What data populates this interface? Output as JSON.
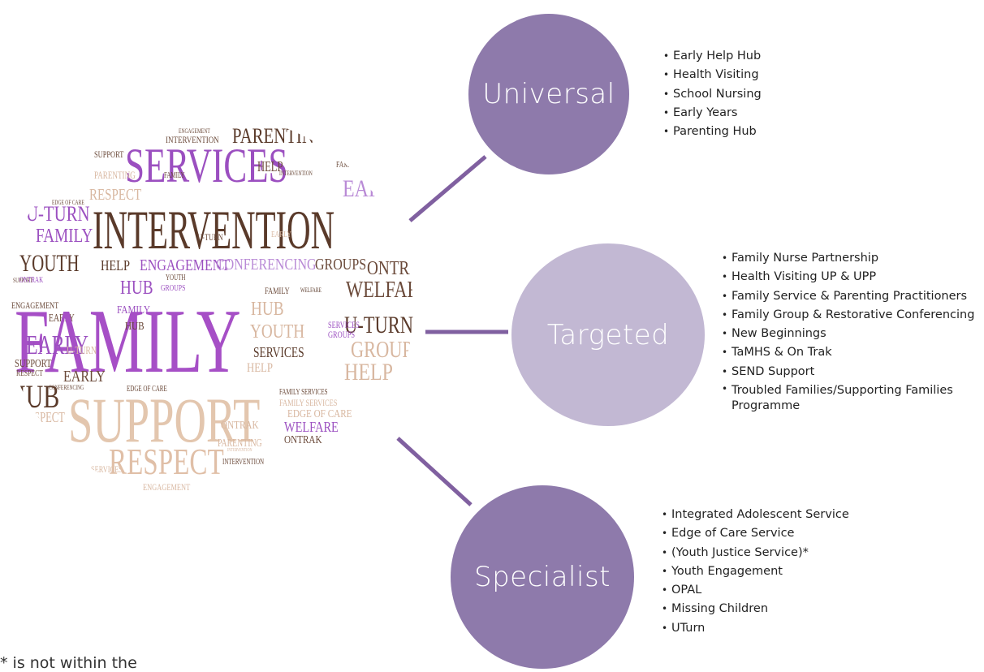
{
  "cloud": {
    "words": [
      {
        "text": "PARENTING",
        "c": "#5a3a2a"
      },
      {
        "text": "INTERVENTION",
        "c": "#6b4a3a"
      },
      {
        "text": "ENGAGEMENT",
        "c": "#6b4a3a"
      },
      {
        "text": "SERVICES",
        "c": "#9b4fc0"
      },
      {
        "text": "SUPPORT",
        "c": "#6b4a3a"
      },
      {
        "text": "PARENTING",
        "c": "#d8b7a0"
      },
      {
        "text": "FAMILY",
        "c": "#6b4a3a"
      },
      {
        "text": "HELP",
        "c": "#6b4a3a"
      },
      {
        "text": "INTERVENTION",
        "c": "#6b4a3a"
      },
      {
        "text": "EDGE OF CARE",
        "c": "#6b4a3a"
      },
      {
        "text": "FAMILY SERVICES",
        "c": "#6b4a3a"
      },
      {
        "text": "EARLY",
        "c": "#b98ad6"
      },
      {
        "text": "RESPECT",
        "c": "#d8b7a0"
      },
      {
        "text": "EDGE OF CARE",
        "c": "#6b4a3a"
      },
      {
        "text": "U-TURN",
        "c": "#9b4fc0"
      },
      {
        "text": "INTERVENTION",
        "c": "#5a3a2a"
      },
      {
        "text": "FAMILY",
        "c": "#9b4fc0"
      },
      {
        "text": "U-TURN",
        "c": "#6b4a3a"
      },
      {
        "text": "EARLY",
        "c": "#d8b7a0"
      },
      {
        "text": "YOUTH",
        "c": "#5a3a2a"
      },
      {
        "text": "HELP",
        "c": "#5a3a2a"
      },
      {
        "text": "ENGAGEMENT",
        "c": "#9b4fc0"
      },
      {
        "text": "CONFERENCING",
        "c": "#b98ad6"
      },
      {
        "text": "GROUPS",
        "c": "#6b4a3a"
      },
      {
        "text": "ONTRAK",
        "c": "#6b4a3a"
      },
      {
        "text": "SUPPORT",
        "c": "#6b4a3a"
      },
      {
        "text": "HUB",
        "c": "#9b4fc0"
      },
      {
        "text": "YOUTH",
        "c": "#6b4a3a"
      },
      {
        "text": "GROUPS",
        "c": "#9b4fc0"
      },
      {
        "text": "FAMILY",
        "c": "#6b4a3a"
      },
      {
        "text": "WELFARE",
        "c": "#6b4a3a"
      },
      {
        "text": "WELFARE",
        "c": "#5a3a2a"
      },
      {
        "text": "ONTRAK",
        "c": "#9b4fc0"
      },
      {
        "text": "ENGAGEMENT",
        "c": "#6b4a3a"
      },
      {
        "text": "FAMILY",
        "c": "#9b4fc0"
      },
      {
        "text": "HUB",
        "c": "#d8b7a0"
      },
      {
        "text": "EARLY",
        "c": "#6b4a3a"
      },
      {
        "text": "FAMILY",
        "c": "#a64fc6"
      },
      {
        "text": "U-TURN",
        "c": "#5a3a2a"
      },
      {
        "text": "HUB",
        "c": "#6b4a3a"
      },
      {
        "text": "YOUTH",
        "c": "#d8b7a0"
      },
      {
        "text": "SERVICES",
        "c": "#9b4fc0"
      },
      {
        "text": "GROUPS",
        "c": "#9b4fc0"
      },
      {
        "text": "EARLY",
        "c": "#9b4fc0"
      },
      {
        "text": "SERVICES",
        "c": "#5a3a2a"
      },
      {
        "text": "GROUPS",
        "c": "#d8b7a0"
      },
      {
        "text": "HELP",
        "c": "#d8b7a0"
      },
      {
        "text": "SUPPORT",
        "c": "#6b4a3a"
      },
      {
        "text": "U-TURN",
        "c": "#d8b7a0"
      },
      {
        "text": "RESPECT",
        "c": "#6b4a3a"
      },
      {
        "text": "EARLY",
        "c": "#6b4a3a"
      },
      {
        "text": "HELP",
        "c": "#d8b7a0"
      },
      {
        "text": "HUB",
        "c": "#5a3a2a"
      },
      {
        "text": "FAMILY SERVICES",
        "c": "#6b4a3a"
      },
      {
        "text": "EDGE OF CARE",
        "c": "#6b4a3a"
      },
      {
        "text": "CONFERENCING",
        "c": "#6b4a3a"
      },
      {
        "text": "FAMILY SERVICES",
        "c": "#d8b7a0"
      },
      {
        "text": "EDGE OF CARE",
        "c": "#d8b7a0"
      },
      {
        "text": "WELFARE",
        "c": "#9b4fc0"
      },
      {
        "text": "SUPPORT",
        "c": "#e3c6ae"
      },
      {
        "text": "ONTRAK",
        "c": "#6b4a3a"
      },
      {
        "text": "RESPECT",
        "c": "#d8b7a0"
      },
      {
        "text": "ONTRAK",
        "c": "#d8b7a0"
      },
      {
        "text": "SERVICES",
        "c": "#d8b7a0"
      },
      {
        "text": "RESPECT",
        "c": "#e0bfa7"
      },
      {
        "text": "PARENTING",
        "c": "#d8b7a0"
      },
      {
        "text": "INTERVENTION",
        "c": "#6b4a3a"
      },
      {
        "text": "ENGAGEMENT",
        "c": "#d8b7a0"
      },
      {
        "text": "INTERVENTION",
        "c": "#d8b7a0"
      }
    ]
  },
  "tiers": {
    "universal": {
      "label": "Universal",
      "items": [
        "Early Help Hub",
        "Health Visiting",
        "School Nursing",
        "Early Years",
        "Parenting Hub"
      ]
    },
    "targeted": {
      "label": "Targeted",
      "items": [
        "Family Nurse Partnership",
        "Health Visiting UP & UPP",
        "Family Service & Parenting Practitioners",
        "Family Group & Restorative Conferencing",
        "New Beginnings",
        "TaMHS & On Trak",
        "SEND Support",
        "Troubled Families/Supporting Families Programme"
      ]
    },
    "specialist": {
      "label": "Specialist",
      "items": [
        "Integrated Adolescent Service",
        "Edge of Care Service",
        "(Youth Justice Service)*",
        "Youth Engagement",
        "OPAL",
        "Missing Children",
        "UTurn"
      ]
    }
  },
  "footnote": "* is not within the",
  "colors": {
    "dark_circle": "#8e7aab",
    "light_circle": "#c2b8d3",
    "connector": "#8060a0"
  }
}
